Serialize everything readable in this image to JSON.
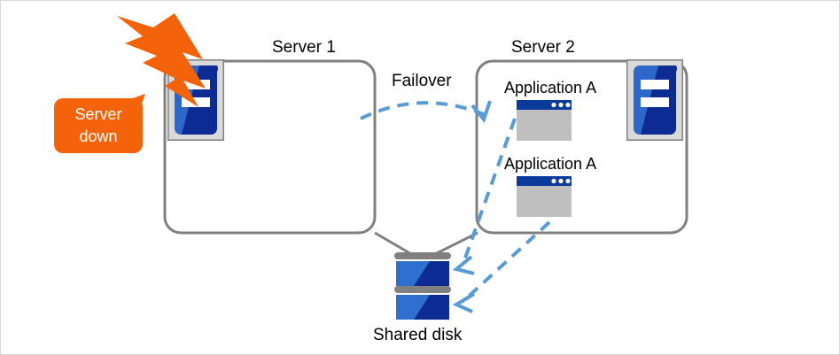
{
  "diagram": {
    "title_server1": "Server 1",
    "title_server2": "Server 2",
    "failover_label": "Failover",
    "shared_disk_label": "Shared disk",
    "server_down_line1": "Server",
    "server_down_line2": "down",
    "applications": [
      {
        "label": "Application A"
      },
      {
        "label": "Application A"
      }
    ],
    "colors": {
      "alert_orange": "#F4620A",
      "burst_orange": "#F4620A",
      "arrow_blue": "#5B9BD5",
      "box_gray": "#808080",
      "icon_blue_light": "#2E67C8",
      "icon_blue_dark": "#0C2C94",
      "window_titlebar": "#0A3A9B",
      "window_body": "#BFBFBF",
      "disk_blue_light": "#2E6FD0",
      "disk_blue_dark": "#0C2C94",
      "disk_bar_gray": "#808080",
      "icon_frame_gray": "#D9D9D9",
      "canvas_border": "#D9D9D9"
    }
  }
}
